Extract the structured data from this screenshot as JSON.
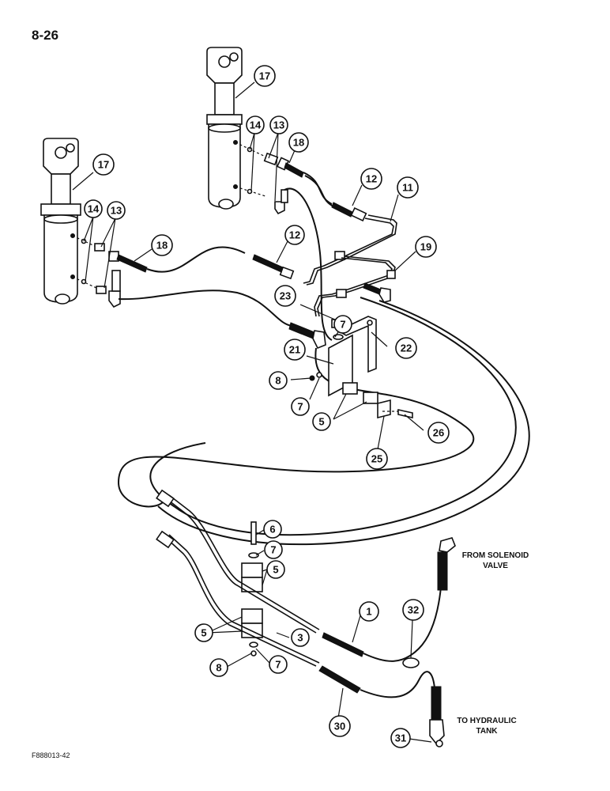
{
  "page_number": "8-26",
  "figure_code": "F888013-42",
  "notes": {
    "from_solenoid_line1": "FROM SOLENOID",
    "from_solenoid_line2": "VALVE",
    "to_tank_line1": "TO HYDRAULIC",
    "to_tank_line2": "TANK"
  },
  "callouts": [
    {
      "id": "c-17-upper",
      "number": "17"
    },
    {
      "id": "c-14-upper",
      "number": "14"
    },
    {
      "id": "c-13-upper",
      "number": "13"
    },
    {
      "id": "c-18-upper",
      "number": "18"
    },
    {
      "id": "c-12-upper",
      "number": "12"
    },
    {
      "id": "c-11",
      "number": "11"
    },
    {
      "id": "c-17-lower",
      "number": "17"
    },
    {
      "id": "c-14-lower",
      "number": "14"
    },
    {
      "id": "c-13-lower",
      "number": "13"
    },
    {
      "id": "c-18-lower",
      "number": "18"
    },
    {
      "id": "c-12-lower",
      "number": "12"
    },
    {
      "id": "c-19",
      "number": "19"
    },
    {
      "id": "c-23",
      "number": "23"
    },
    {
      "id": "c-7-a",
      "number": "7"
    },
    {
      "id": "c-21",
      "number": "21"
    },
    {
      "id": "c-22",
      "number": "22"
    },
    {
      "id": "c-8-a",
      "number": "8"
    },
    {
      "id": "c-7-b",
      "number": "7"
    },
    {
      "id": "c-5-a",
      "number": "5"
    },
    {
      "id": "c-26",
      "number": "26"
    },
    {
      "id": "c-25",
      "number": "25"
    },
    {
      "id": "c-6",
      "number": "6"
    },
    {
      "id": "c-7-c",
      "number": "7"
    },
    {
      "id": "c-5-b",
      "number": "5"
    },
    {
      "id": "c-1",
      "number": "1"
    },
    {
      "id": "c-32",
      "number": "32"
    },
    {
      "id": "c-5-c",
      "number": "5"
    },
    {
      "id": "c-3",
      "number": "3"
    },
    {
      "id": "c-8-b",
      "number": "8"
    },
    {
      "id": "c-7-d",
      "number": "7"
    },
    {
      "id": "c-30",
      "number": "30"
    },
    {
      "id": "c-31",
      "number": "31"
    }
  ]
}
